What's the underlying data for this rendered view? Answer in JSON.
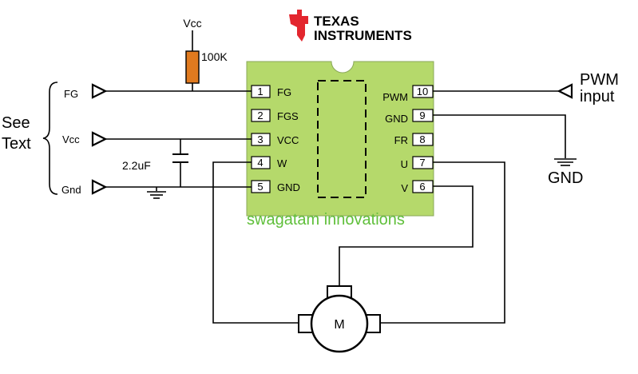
{
  "logo": {
    "line1": "TEXAS",
    "line2": "INSTRUMENTS",
    "color": "#e3262e"
  },
  "resistor": {
    "supply_label": "Vcc",
    "value_label": "100K",
    "color": "#e07a1f"
  },
  "capacitor": {
    "value_label": "2.2uF"
  },
  "left_inputs": {
    "note": "See\nText",
    "labels": [
      "FG",
      "Vcc",
      "Gnd"
    ]
  },
  "ic": {
    "body_color": "#b5d96b",
    "watermark": "swagatam innovations",
    "watermark_color": "#5fbf3a",
    "pins_left": [
      {
        "num": "1",
        "name": "FG"
      },
      {
        "num": "2",
        "name": "FGS"
      },
      {
        "num": "3",
        "name": "VCC"
      },
      {
        "num": "4",
        "name": "W"
      },
      {
        "num": "5",
        "name": "GND"
      }
    ],
    "pins_right": [
      {
        "num": "10",
        "name": "PWM"
      },
      {
        "num": "9",
        "name": "GND"
      },
      {
        "num": "8",
        "name": "FR"
      },
      {
        "num": "7",
        "name": "U"
      },
      {
        "num": "6",
        "name": "V"
      }
    ]
  },
  "pwm_input": {
    "line1": "PWM",
    "line2": "input"
  },
  "gnd_right": {
    "label": "GND"
  },
  "motor": {
    "label": "M"
  }
}
